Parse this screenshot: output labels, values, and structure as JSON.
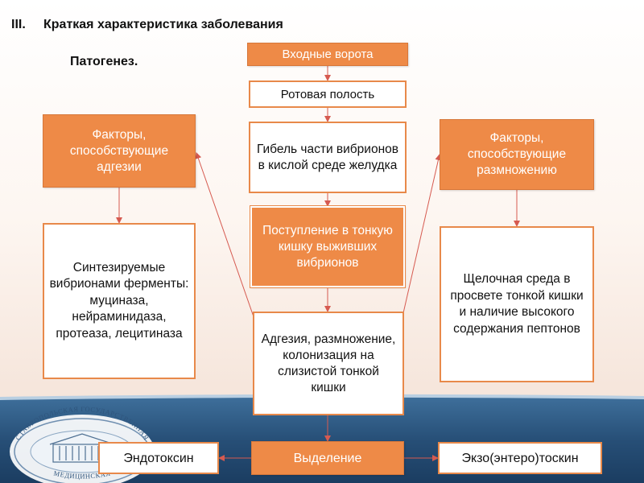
{
  "header": {
    "number": "III.",
    "title": "Краткая характеристика заболевания",
    "subtitle": "Патогенез."
  },
  "boxes": {
    "entry_gate": "Входные ворота",
    "oral_cavity": "Ротовая полость",
    "stomach_death": "Гибель части вибрионов в кислой среде желудка",
    "small_intestine_entry": "Поступление в тонкую кишку выживших вибрионов",
    "adhesion_colonization": "Адгезия, размножение, колонизация на слизистой тонкой кишки",
    "adhesion_factors": "Факторы, способствующие адгезии",
    "reproduction_factors": "Факторы, способствующие размножению",
    "enzymes": "Синтезируемые вибрионами ферменты: муциназа, нейраминидаза, протеаза, лецитиназа",
    "alkaline_env": "Щелочная среда в просвете тонкой кишки и наличие высокого содержания пептонов",
    "release": "Выделение",
    "endotoxin": "Эндотоксин",
    "exotoxin": "Экзо(энтеро)тоскин"
  },
  "logo": {
    "top_text": "СТАВРОПОЛЬСКАЯ ГОСУДАРСТВЕННАЯ",
    "bottom_text": "МЕДИЦИНСКАЯ"
  },
  "colors": {
    "orange": "#ee8a47",
    "border": "#e8894a",
    "footer_blue": "#274f77",
    "arrow": "#d65a50"
  }
}
